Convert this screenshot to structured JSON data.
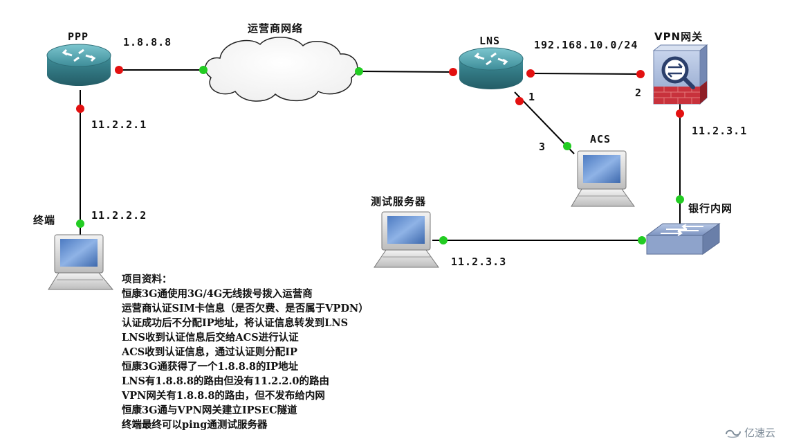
{
  "devices": {
    "ppp": "PPP",
    "internet": "运营商网络",
    "lns": "LNS",
    "vpn_gw": "VPN网关",
    "acs": "ACS",
    "terminal": "终端",
    "test_server": "测试服务器",
    "bank_net": "银行内网"
  },
  "addresses": {
    "ppp_public": "1.8.8.8",
    "ppp_lan": "11.2.2.1",
    "terminal": "11.2.2.2",
    "lns_vpn_subnet": "192.168.10.0/24",
    "vpn_inside": "11.2.3.1",
    "test_server": "11.2.3.3"
  },
  "ports": {
    "lns_to_acs": "1",
    "vpn_to_lns": "2",
    "acs_to_lns": "3"
  },
  "notes": [
    "项目资料：",
    "恒康3G通使用3G/4G无线拨号拨入运营商",
    "运营商认证SIM卡信息（是否欠费、是否属于VPDN）",
    "认证成功后不分配IP地址，将认证信息转发到LNS",
    "LNS收到认证信息后交给ACS进行认证",
    "ACS收到认证信息，通过认证则分配IP",
    "恒康3G通获得了一个1.8.8.8的IP地址",
    "LNS有1.8.8.8的路由但没有11.2.2.0的路由",
    "VPN网关有1.8.8.8的路由，但不发布给内网",
    "恒康3G通与VPN网关建立IPSEC隧道",
    "终端最终可以ping通测试服务器"
  ],
  "watermark": "亿速云",
  "colors": {
    "router_teal": "#4a9aa6",
    "port_up": "#22cc22",
    "port_down": "#e31010",
    "firewall_red": "#c8323c",
    "link": "#000000"
  }
}
